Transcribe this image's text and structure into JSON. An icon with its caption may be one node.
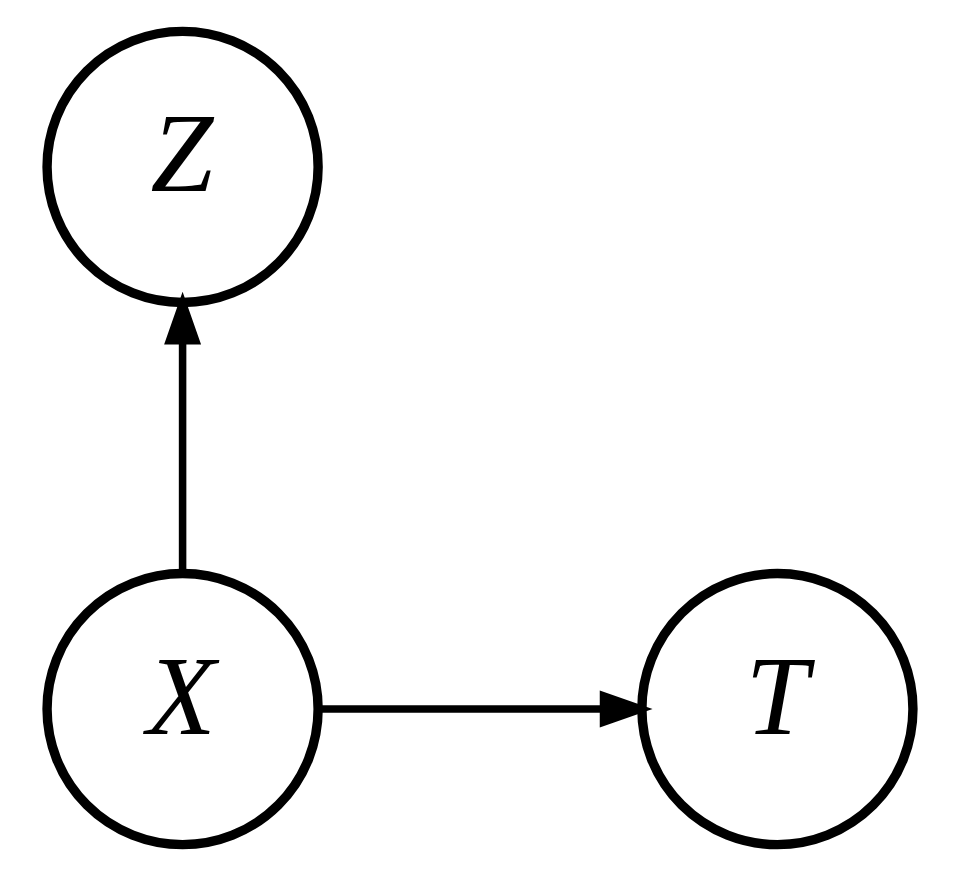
{
  "diagram": {
    "nodes": [
      {
        "text": [
          "Z"
        ]
      },
      {
        "text": [
          "X"
        ]
      },
      {
        "text": [
          "T"
        ]
      }
    ],
    "edges": [
      {
        "from": 1,
        "to": 0,
        "arrow": "to"
      },
      {
        "from": 1,
        "to": 2,
        "arrow": "to"
      }
    ]
  }
}
